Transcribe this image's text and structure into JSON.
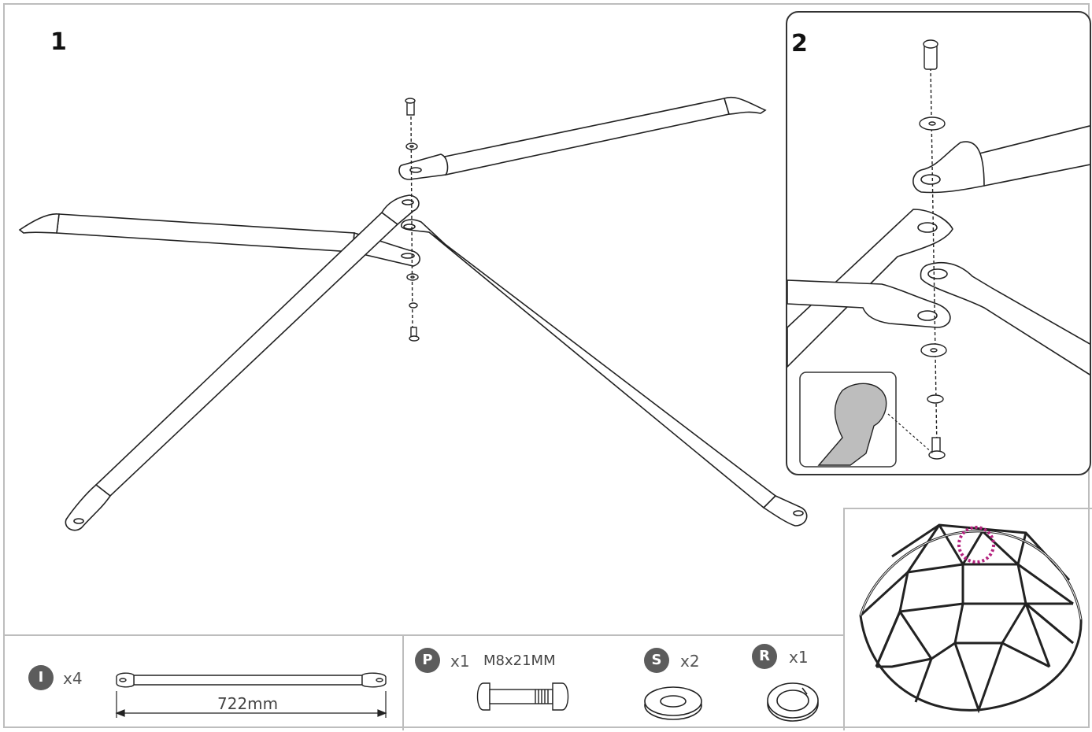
{
  "steps": {
    "step1_number": "1",
    "step2_number": "2"
  },
  "parts": {
    "I": {
      "letter": "I",
      "qty": "x4",
      "length": "722mm"
    },
    "P": {
      "letter": "P",
      "qty": "x1",
      "spec": "M8x21MM"
    },
    "S": {
      "letter": "S",
      "qty": "x2"
    },
    "R": {
      "letter": "R",
      "qty": "x1"
    }
  },
  "colors": {
    "badge": "#5c5c5c",
    "highlight": "#b5237f",
    "line": "#222222",
    "border": "#bdbdbd"
  }
}
